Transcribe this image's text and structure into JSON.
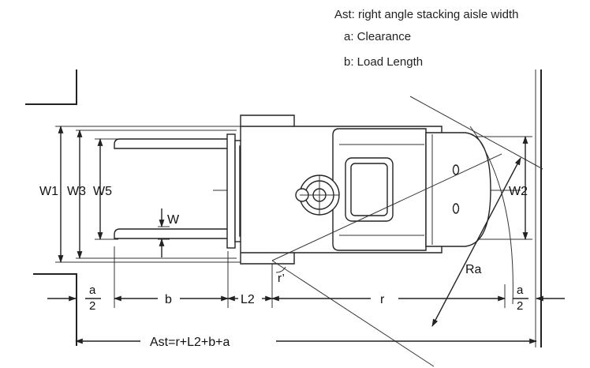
{
  "legend": {
    "ast": "Ast: right angle stacking aisle width",
    "a": "a: Clearance",
    "b": "b:  Load Length"
  },
  "labels": {
    "w1": "W1",
    "w3": "W3",
    "w5": "W5",
    "w": "W",
    "w2": "W2",
    "ra": "Ra",
    "r_prime": "r’",
    "a_left_num": "a",
    "a_left_den": "2",
    "b": "b",
    "l2": "L2",
    "r": "r",
    "a_right_num": "a",
    "a_right_den": "2",
    "formula": "Ast=r+L2+b+a"
  }
}
